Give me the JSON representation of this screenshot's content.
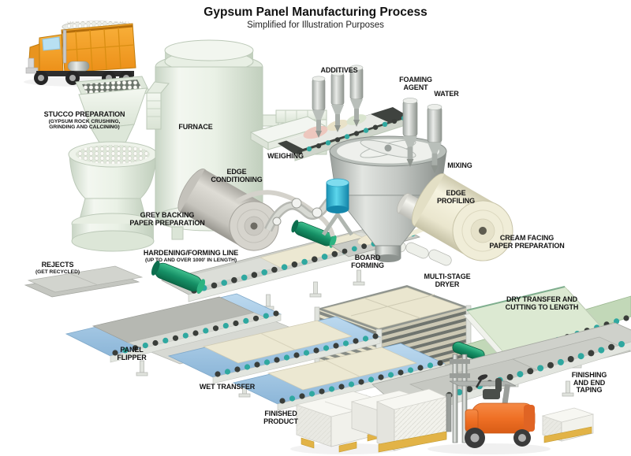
{
  "title": {
    "heading": "Gypsum Panel Manufacturing Process",
    "subheading": "Simplified for Illustration Purposes"
  },
  "steps": {
    "stucco_preparation": {
      "label": "STUCCO PREPARATION",
      "note": "(GYPSUM ROCK CRUSHING,\nGRINDING AND CALCINING)"
    },
    "furnace": {
      "label": "FURNACE"
    },
    "weighing": {
      "label": "WEIGHING"
    },
    "additives": {
      "label": "ADDITIVES"
    },
    "foaming_agent": {
      "label": "FOAMING\nAGENT"
    },
    "water": {
      "label": "WATER"
    },
    "mixing": {
      "label": "MIXING"
    },
    "edge_conditioning": {
      "label": "EDGE\nCONDITIONING"
    },
    "grey_backing_paper": {
      "label": "GREY BACKING\nPAPER PREPARATION"
    },
    "edge_profiling": {
      "label": "EDGE\nPROFILING"
    },
    "cream_facing_paper": {
      "label": "CREAM FACING\nPAPER PREPARATION"
    },
    "hardening_forming_line": {
      "label": "HARDENING/FORMING LINE",
      "note": "(UP TO AND OVER 1000' IN LENGTH)"
    },
    "board_forming": {
      "label": "BOARD\nFORMING"
    },
    "rejects": {
      "label": "REJECTS",
      "note": "(GET RECYCLED)"
    },
    "multi_stage_dryer": {
      "label": "MULTI-STAGE\nDRYER"
    },
    "dry_transfer": {
      "label": "DRY TRANSFER AND\nCUTTING TO LENGTH"
    },
    "panel_flipper": {
      "label": "PANEL\nFLIPPER"
    },
    "wet_transfer": {
      "label": "WET TRANSFER"
    },
    "finishing": {
      "label": "FINISHING\nAND END TAPING"
    },
    "finished_product": {
      "label": "FINISHED\nPRODUCT"
    }
  },
  "colors": {
    "machine_light": "#e9efe5",
    "machine_shadow": "#c5d2c2",
    "belt_blue": "#a9cbe6",
    "board_cream": "#ece8d2",
    "roller_green": "#1f9e74",
    "accent_teal": "#2fa8a0",
    "conveyor_grey": "#c9cbc5",
    "dry_belt_green": "#c2d8b8",
    "truck_orange": "#f2a024",
    "forklift_orange": "#ef7025",
    "cyan_unit": "#2cb4d6",
    "pallet_yellow": "#e2b347",
    "label_text": "#141414"
  }
}
